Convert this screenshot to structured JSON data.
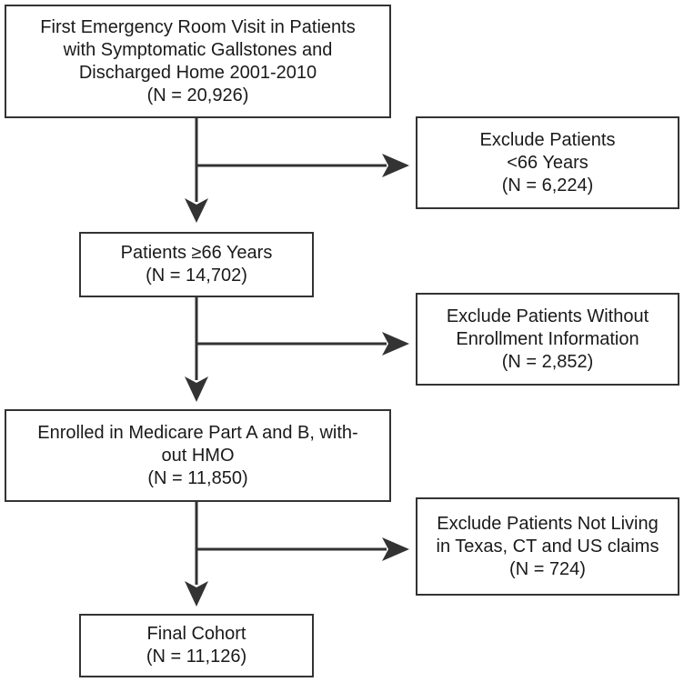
{
  "flowchart": {
    "boxes": {
      "main1": {
        "lines": [
          "First Emergency Room Visit in Patients",
          "with Symptomatic Gallstones and",
          "Discharged Home 2001-2010",
          "(N = 20,926)"
        ]
      },
      "exclude1": {
        "lines": [
          "Exclude Patients",
          "<66 Years",
          "(N = 6,224)"
        ]
      },
      "main2": {
        "lines": [
          "Patients ≥66 Years",
          "(N = 14,702)"
        ]
      },
      "exclude2": {
        "lines": [
          "Exclude Patients Without",
          "Enrollment Information",
          "(N = 2,852)"
        ]
      },
      "main3": {
        "lines": [
          "Enrolled in Medicare Part A and B, with-",
          "out HMO",
          "(N = 11,850)"
        ]
      },
      "exclude3": {
        "lines": [
          "Exclude Patients Not Living",
          "in Texas, CT and US claims",
          "(N = 724)"
        ]
      },
      "main4": {
        "lines": [
          "Final Cohort",
          "(N = 11,126)"
        ]
      }
    },
    "colors": {
      "stroke": "#333333",
      "text": "#1a1a1a",
      "background": "#ffffff"
    }
  }
}
